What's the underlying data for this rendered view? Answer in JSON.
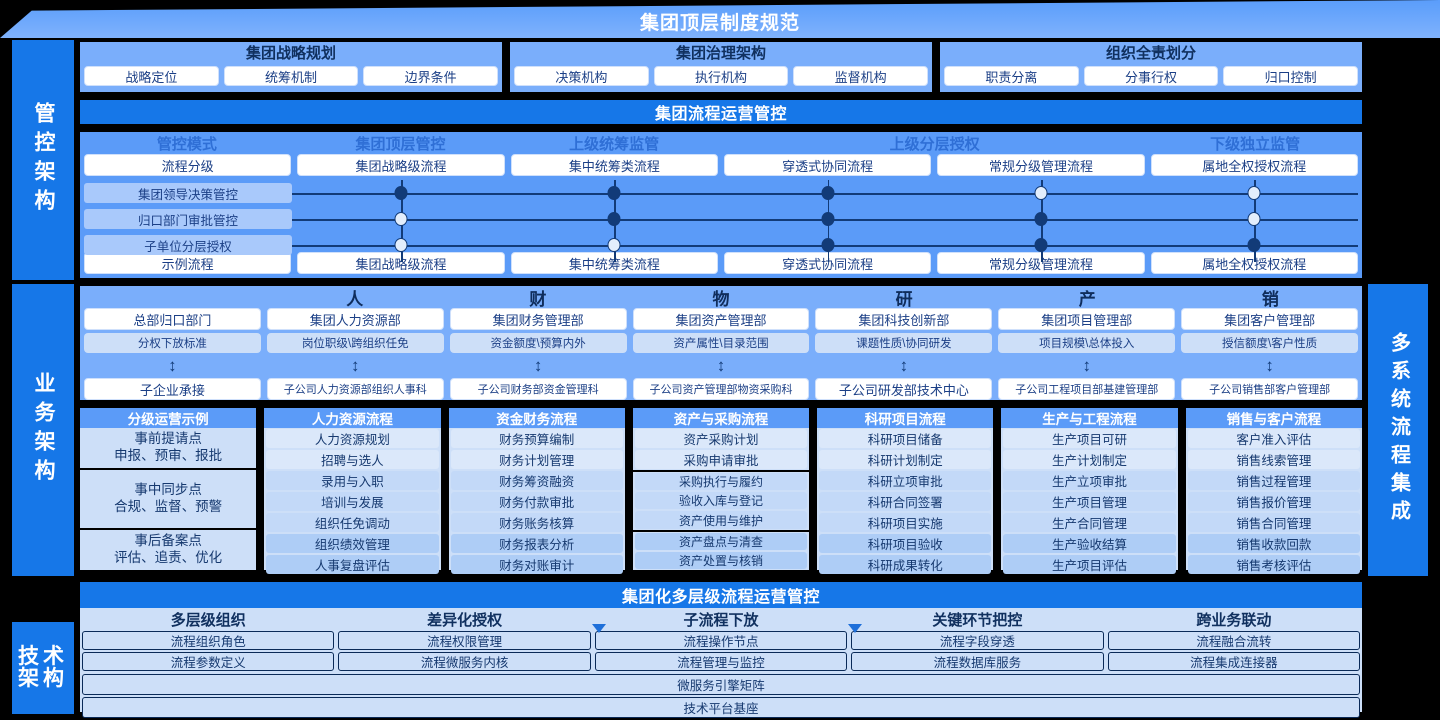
{
  "banner": {
    "title": "集团顶层制度规范"
  },
  "rails": {
    "left": [
      {
        "label": "管控架构"
      },
      {
        "label": "业务架构"
      },
      {
        "label": "技术架构"
      }
    ],
    "right": {
      "label": "多系统流程集成"
    }
  },
  "governance": {
    "top_cards": [
      {
        "title": "集团战略规划",
        "items": [
          "战略定位",
          "统筹机制",
          "边界条件"
        ]
      },
      {
        "title": "集团治理架构",
        "items": [
          "决策机构",
          "执行机构",
          "监督机构"
        ]
      },
      {
        "title": "组织全责划分",
        "items": [
          "职责分离",
          "分事行权",
          "归口控制"
        ]
      }
    ],
    "flow_band": "集团流程运营管控",
    "matrix": {
      "headers": [
        "管控模式",
        "集团顶层管控",
        "上级统筹监管",
        "",
        "上级分层授权",
        "下级独立监管"
      ],
      "header_spans": [
        1,
        1,
        1,
        1,
        1,
        1
      ],
      "header_labels_visible": [
        "管控模式",
        "集团顶层管控",
        "上级统筹监管",
        "上级分层授权",
        "下级独立监管"
      ],
      "top_row": [
        "流程分级",
        "集团战略级流程",
        "集中统筹类流程",
        "穿透式协同流程",
        "常规分级管理流程",
        "属地全权授权流程"
      ],
      "bottom_row": [
        "示例流程",
        "集团战略级流程",
        "集中统筹类流程",
        "穿透式协同流程",
        "常规分级管理流程",
        "属地全权授权流程"
      ],
      "row_labels": [
        "集团领导决策管控",
        "归口部门审批管控",
        "子单位分层授权"
      ],
      "dots": [
        [
          "dark",
          "dark",
          "dark",
          "light",
          "light"
        ],
        [
          "light",
          "dark",
          "dark",
          "dark",
          "light"
        ],
        [
          "light",
          "light",
          "dark",
          "dark",
          "dark"
        ]
      ]
    }
  },
  "business": {
    "categories": [
      "",
      "人",
      "财",
      "物",
      "研",
      "产",
      "销"
    ],
    "hq_departments": [
      "总部归口部门",
      "集团人力资源部",
      "集团财务管理部",
      "集团资产管理部",
      "集团科技创新部",
      "集团项目管理部",
      "集团客户管理部"
    ],
    "criteria": [
      "分权下放标准",
      "岗位职级\\跨组织任免",
      "资金额度\\预算内外",
      "资产属性\\目录范围",
      "课题性质\\协同研发",
      "项目规模\\总体投入",
      "授信额度\\客户性质"
    ],
    "sub_departments": [
      "子企业承接",
      "子公司人力资源部组织人事科",
      "子公司财务部资金管理科",
      "子公司资产管理部物资采购科",
      "子公司研发部技术中心",
      "子公司工程项目部基建管理部",
      "子公司销售部客户管理部"
    ],
    "process_columns": [
      {
        "head": "分级运营示例",
        "stages": [
          {
            "line1": "事前提请点",
            "line2": "申报、预审、报批"
          },
          {
            "line1": "事中同步点",
            "line2": "合规、监督、预警"
          },
          {
            "line1": "事后备案点",
            "line2": "评估、追责、优化"
          }
        ]
      },
      {
        "head": "人力资源流程",
        "groups": [
          [
            "人力资源规划",
            "招聘与选人"
          ],
          [
            "录用与入职",
            "培训与发展",
            "组织任免调动"
          ],
          [
            "组织绩效管理",
            "人事复盘评估"
          ]
        ]
      },
      {
        "head": "资金财务流程",
        "groups": [
          [
            "财务预算编制",
            "财务计划管理"
          ],
          [
            "财务筹资融资",
            "财务付款审批",
            "财务账务核算"
          ],
          [
            "财务报表分析",
            "财务对账审计"
          ]
        ]
      },
      {
        "head": "资产与采购流程",
        "groups": [
          [
            "资产采购计划",
            "采购申请审批"
          ],
          [
            "采购执行与履约",
            "验收入库与登记",
            "资产使用与维护"
          ],
          [
            "资产盘点与清查",
            "资产处置与核销"
          ]
        ]
      },
      {
        "head": "科研项目流程",
        "groups": [
          [
            "科研项目储备",
            "科研计划制定"
          ],
          [
            "科研立项审批",
            "科研合同签署",
            "科研项目实施"
          ],
          [
            "科研项目验收",
            "科研成果转化"
          ]
        ]
      },
      {
        "head": "生产与工程流程",
        "groups": [
          [
            "生产项目可研",
            "生产计划制定"
          ],
          [
            "生产立项审批",
            "生产项目管理",
            "生产合同管理"
          ],
          [
            "生产验收结算",
            "生产项目评估"
          ]
        ]
      },
      {
        "head": "销售与客户流程",
        "groups": [
          [
            "客户准入评估",
            "销售线索管理"
          ],
          [
            "销售过程管理",
            "销售报价管理",
            "销售合同管理"
          ],
          [
            "销售收款回款",
            "销售考核评估"
          ]
        ]
      }
    ]
  },
  "technical": {
    "band_title": "集团化多层级流程运营管控",
    "categories": [
      "多层级组织",
      "差异化授权",
      "子流程下放",
      "关键环节把控",
      "跨业务联动"
    ],
    "row1": [
      "流程组织角色",
      "流程权限管理",
      "流程操作节点",
      "流程字段穿透",
      "流程融合流转"
    ],
    "row2": [
      "流程参数定义",
      "流程微服务内核",
      "流程管理与监控",
      "流程数据库服务",
      "流程集成连接器"
    ],
    "row3": "微服务引擎矩阵",
    "row4": "技术平台基座"
  },
  "colors": {
    "brand_blue": "#1677e8",
    "band_blue": "#5b9bf8",
    "panel_blue": "#7aaefb",
    "soft_blue": "#cddff8",
    "dot_dark": "#123b78",
    "dot_light": "#e3eefc",
    "text_navy": "#16396f"
  }
}
